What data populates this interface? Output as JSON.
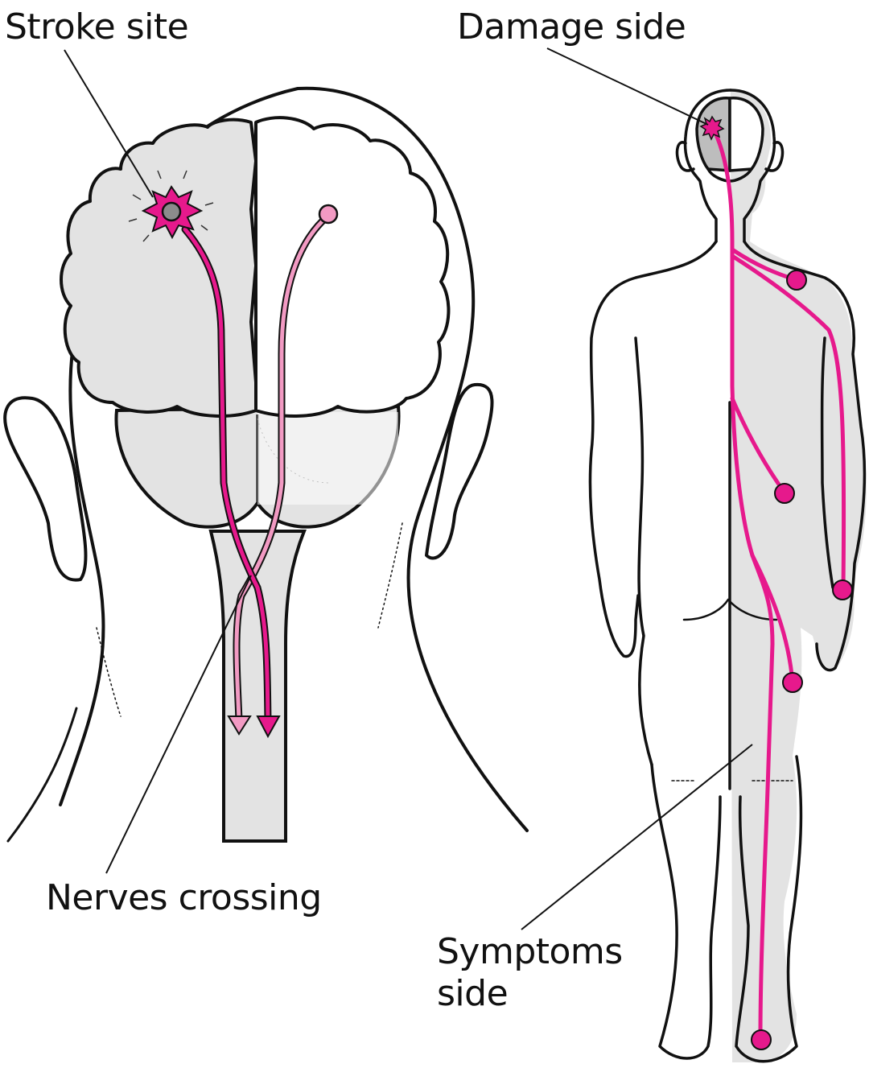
{
  "labels": {
    "stroke_site": "Stroke site",
    "damage_side": "Damage side",
    "nerves_crossing": "Nerves crossing",
    "symptoms_side": "Symptoms\nside"
  },
  "colors": {
    "affected_nerve": "#e6198c",
    "unaffected_nerve": "#f29ac3",
    "affected_region": "#e3e3e3",
    "damaged_brain": "#bdbdbd",
    "outline": "#111111",
    "lesion_core": "#8c8c8c"
  },
  "figures": {
    "head": {
      "description": "Back view of head showing brain hemispheres, brainstem and crossing nerve pathways",
      "paths": [
        "affected (stroke side, dark pink)",
        "unaffected (light pink)"
      ]
    },
    "body": {
      "description": "Back view of full body; opposite half shaded to show symptoms side",
      "symptom_points": [
        "shoulder",
        "lower back / hip",
        "hand",
        "thigh / knee",
        "heel"
      ]
    }
  }
}
